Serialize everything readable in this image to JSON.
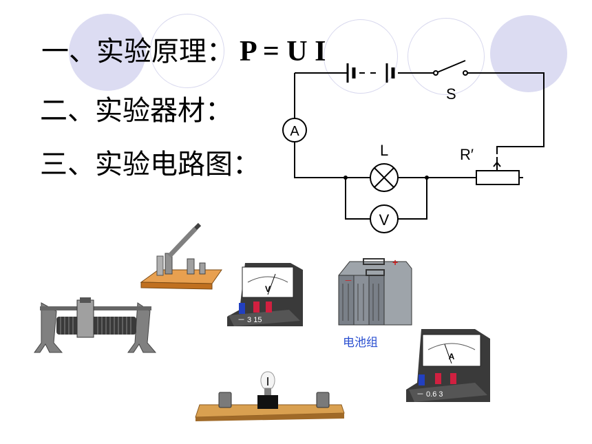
{
  "headings": {
    "principle_label": "一、实验原理：",
    "principle_formula": "P = U I",
    "equipment_label": "二、实验器材：",
    "circuit_label": "三、实验电路图："
  },
  "circuit": {
    "ammeter_symbol": "A",
    "voltmeter_symbol": "V",
    "lamp_label": "L",
    "switch_label": "S",
    "rheostat_label": "R′"
  },
  "equipment": {
    "voltmeter_face_letter": "V",
    "voltmeter_terminals": "－  3  15",
    "battery_label": "电池组",
    "ammeter_face_letter": "A",
    "ammeter_terminals": "－  0.6  3",
    "battery_plus": "+",
    "battery_minus": "－"
  },
  "colors": {
    "deco_fill": "#dcdcf2",
    "deco_ring": "#d8d8ee",
    "battery_label": "#2a4fd0",
    "wood": "#d9a050"
  }
}
